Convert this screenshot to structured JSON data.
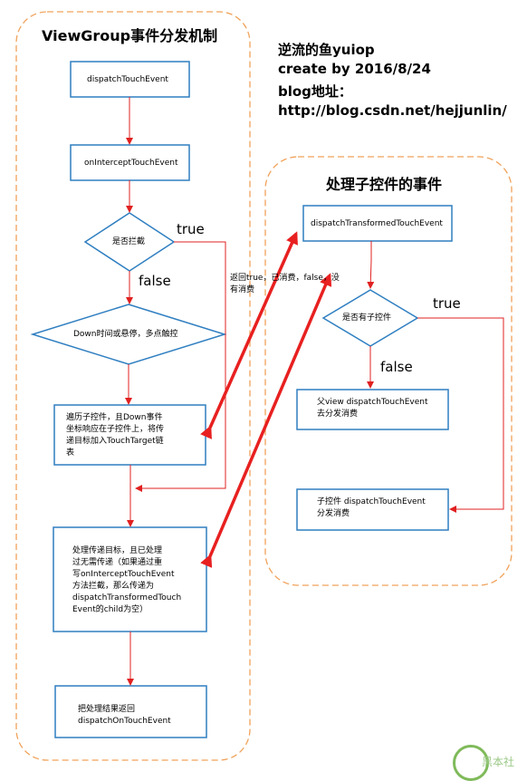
{
  "left_panel": {
    "title": "ViewGroup事件分发机制",
    "nodes": {
      "dispatch": "dispatchTouchEvent",
      "intercept": "onInterceptTouchEvent",
      "is_intercept": "是否拦截",
      "down_check": "Down时间或悬停，多点触控",
      "iterate": "遍历子控件，且Down事件\n坐标响应在子控件上，将传\n递目标加入TouchTarget链\n表",
      "process": "处理传递目标，且已处理\n过无需传递（如果通过重\n写onInterceptTouchEvent\n方法拦截，那么传递为\ndispatchTransformedTouch\nEvent的child为空）",
      "return_result": "把处理结果返回\ndispatchOnTouchEvent"
    },
    "labels": {
      "true": "true",
      "false": "false"
    }
  },
  "author": {
    "line1": "逆流的鱼yuiop",
    "line2": "create by   2016/8/24",
    "line3": "blog地址：",
    "line4": "http://blog.csdn.net/hejjunlin/"
  },
  "right_panel": {
    "title": "处理子控件的事件",
    "nodes": {
      "transformed": "dispatchTransformedTouchEvent",
      "has_child": "是否有子控件",
      "parent_view": "父view dispatchTouchEvent\n去分发消费",
      "child_view": "子控件 dispatchTouchEvent\n分发消费"
    },
    "labels": {
      "true": "true",
      "false": "false"
    }
  },
  "return_note": "返回true，已消费，false，没\n有消费",
  "watermark": "黑本社",
  "colors": {
    "frame": "#f0a25a",
    "box_border": "#2f7fc1",
    "arrow": "#e02020",
    "bold_arrow": "#e82020"
  }
}
